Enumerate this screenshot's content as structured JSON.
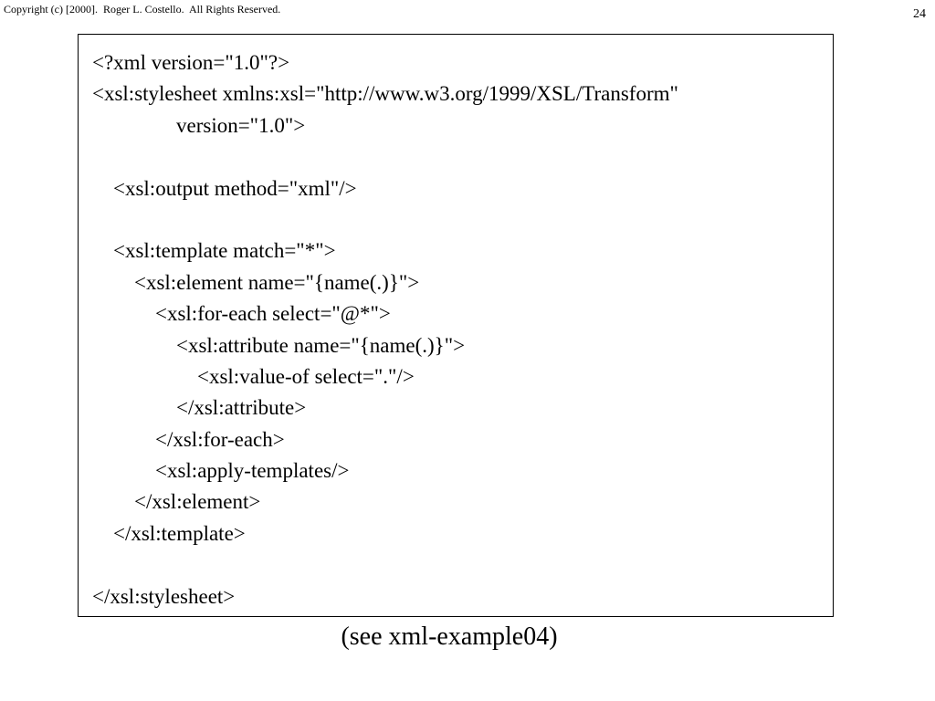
{
  "header": {
    "copyright": "Copyright (c) [2000].  Roger L. Costello.  All Rights Reserved.",
    "page_number": "24"
  },
  "code": {
    "lines": [
      "<?xml version=\"1.0\"?>",
      "<xsl:stylesheet xmlns:xsl=\"http://www.w3.org/1999/XSL/Transform\"",
      "                version=\"1.0\">",
      "",
      "    <xsl:output method=\"xml\"/>",
      "",
      "    <xsl:template match=\"*\">",
      "        <xsl:element name=\"{name(.)}\">",
      "            <xsl:for-each select=\"@*\">",
      "                <xsl:attribute name=\"{name(.)}\">",
      "                    <xsl:value-of select=\".\"/>",
      "                </xsl:attribute>",
      "            </xsl:for-each>",
      "            <xsl:apply-templates/>",
      "        </xsl:element>",
      "    </xsl:template>",
      "",
      "</xsl:stylesheet>"
    ]
  },
  "caption": "(see xml-example04)"
}
